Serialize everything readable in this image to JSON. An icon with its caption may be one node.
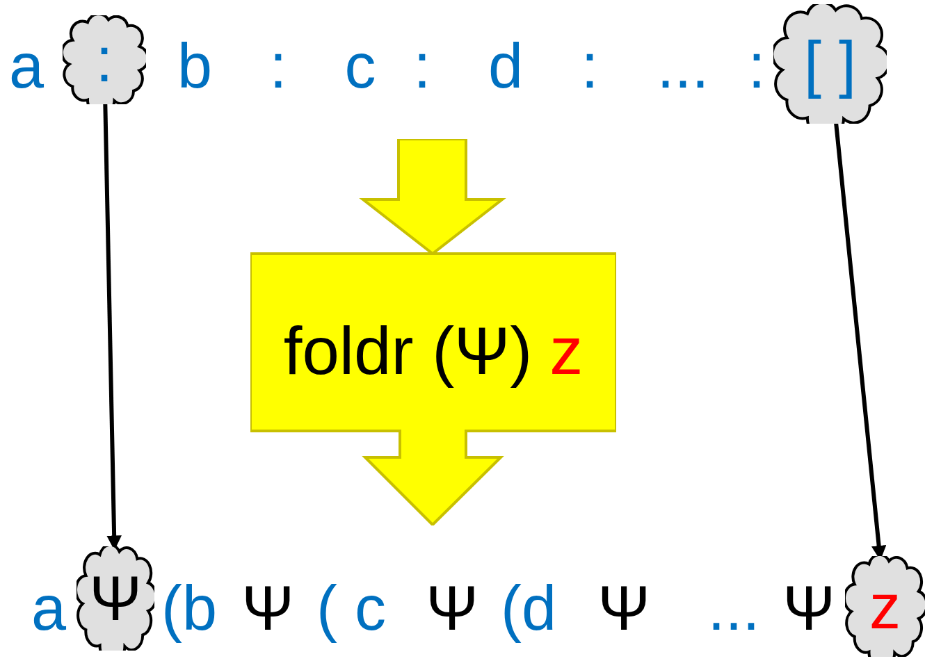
{
  "diagram": {
    "nodes": [
      {
        "text": [
          ":"
        ]
      },
      {
        "text": [
          "[ ]"
        ]
      },
      {
        "text": [
          "foldr (Ψ)",
          "z"
        ]
      },
      {
        "text": [
          "Ψ"
        ]
      },
      {
        "text": [
          "z"
        ]
      }
    ],
    "edges": [
      {
        "from": 0,
        "to": 3,
        "arrow": "to"
      },
      {
        "from": 1,
        "to": 4,
        "arrow": "to"
      }
    ],
    "labels": [
      "a",
      "b",
      ":",
      "c",
      ":",
      "d",
      ":",
      "...",
      ":",
      "a",
      "(b",
      "Ψ",
      "( c",
      "Ψ",
      "(d",
      "Ψ",
      "...",
      "Ψ"
    ]
  }
}
